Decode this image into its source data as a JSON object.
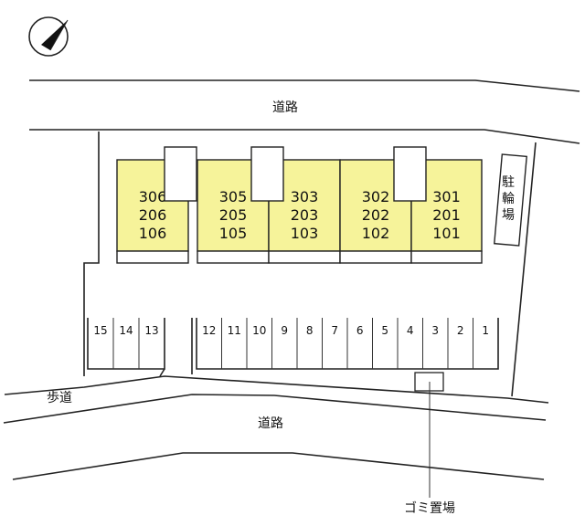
{
  "road_top_label": "道路",
  "road_bottom_label": "道路",
  "sidewalk_label": "歩道",
  "garbage_label": "ゴミ置場",
  "bicycle_parking_label": [
    "駐",
    "輪",
    "場"
  ],
  "buildings": [
    {
      "floors": [
        "306",
        "206",
        "106"
      ]
    },
    {
      "floors": [
        "305",
        "205",
        "105"
      ]
    },
    {
      "floors": [
        "303",
        "203",
        "103"
      ]
    },
    {
      "floors": [
        "302",
        "202",
        "102"
      ]
    },
    {
      "floors": [
        "301",
        "201",
        "101"
      ]
    }
  ],
  "parking_left": [
    "15",
    "14",
    "13"
  ],
  "parking_right": [
    "12",
    "11",
    "10",
    "9",
    "8",
    "7",
    "6",
    "5",
    "4",
    "3",
    "2",
    "1"
  ],
  "colors": {
    "building_fill": "#f6f39a",
    "line": "#222222"
  },
  "icons": [
    "north-arrow-icon"
  ]
}
